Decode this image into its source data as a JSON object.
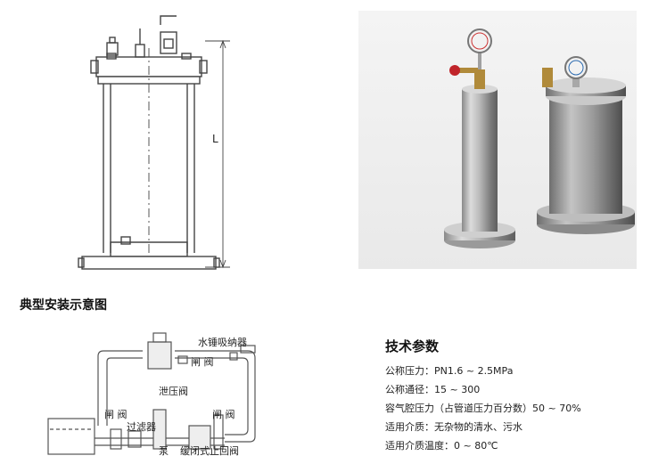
{
  "drawing": {
    "dimension_label": "L"
  },
  "install_section": {
    "title": "典型安装示意图",
    "labels": {
      "arrester": "水锤吸纳器",
      "gate_valve_top": "闸 阀",
      "relief_valve": "泄压阀",
      "gate_valve_left": "闸 阀",
      "filter": "过滤器",
      "pump": "泵",
      "check_valve": "缓闭式止回阀",
      "gate_valve_right": "闸 阀"
    }
  },
  "specs": {
    "title": "技术参数",
    "items": [
      "公称压力：PN1.6 ~ 2.5MPa",
      "公称通径：15 ~ 300",
      "容气腔压力（占管道压力百分数）50 ~ 70%",
      "适用介质：无杂物的清水、污水",
      "适用介质温度：0 ~ 80℃"
    ]
  }
}
